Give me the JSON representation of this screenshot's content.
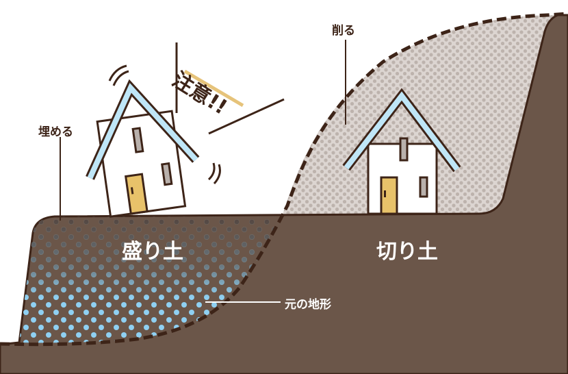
{
  "labels": {
    "fill_action": "埋める",
    "cut_action": "削る",
    "warning": "注意!!",
    "fill_soil": "盛り土",
    "cut_soil": "切り土",
    "original_terrain": "元の地形"
  },
  "colors": {
    "ground": "#6b5649",
    "outline": "#3d2418",
    "cut_area": "#dcd5d1",
    "cut_dots": "#bdb3ad",
    "fill_dots_dark": "#4f3a30",
    "fill_dots_water": "#8fd0f2",
    "roof": "#bfe6f7",
    "door": "#e8c26a",
    "window": "#b9b1ac",
    "warning_underline": "#e6c37a"
  }
}
